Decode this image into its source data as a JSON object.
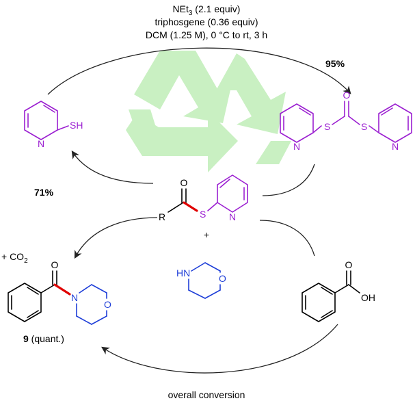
{
  "colors": {
    "purple": "#9b1fd1",
    "blue": "#1f3fd8",
    "red": "#e00000",
    "recycle_green": "#c9f0c2"
  },
  "icons": [
    "recycle-icon"
  ],
  "conditions": {
    "line1": "NEt",
    "line1_sub": "3",
    "line1_tail": " (2.1 equiv)",
    "line2": "triphosgene (0.36 equiv)",
    "line3": "DCM (1.25 M), 0 °C to rt, 3 h"
  },
  "yields": {
    "top_right": "95%",
    "left": "71%"
  },
  "atoms": {
    "N": "N",
    "SH": "SH",
    "S": "S",
    "O": "O",
    "R": "R",
    "HN": "HN",
    "OH": "OH"
  },
  "byproduct": {
    "text": "+ CO",
    "sub": "2"
  },
  "plus": "+",
  "product": {
    "number": "9",
    "note": " (quant.)"
  },
  "bottom_label": "overall conversion"
}
